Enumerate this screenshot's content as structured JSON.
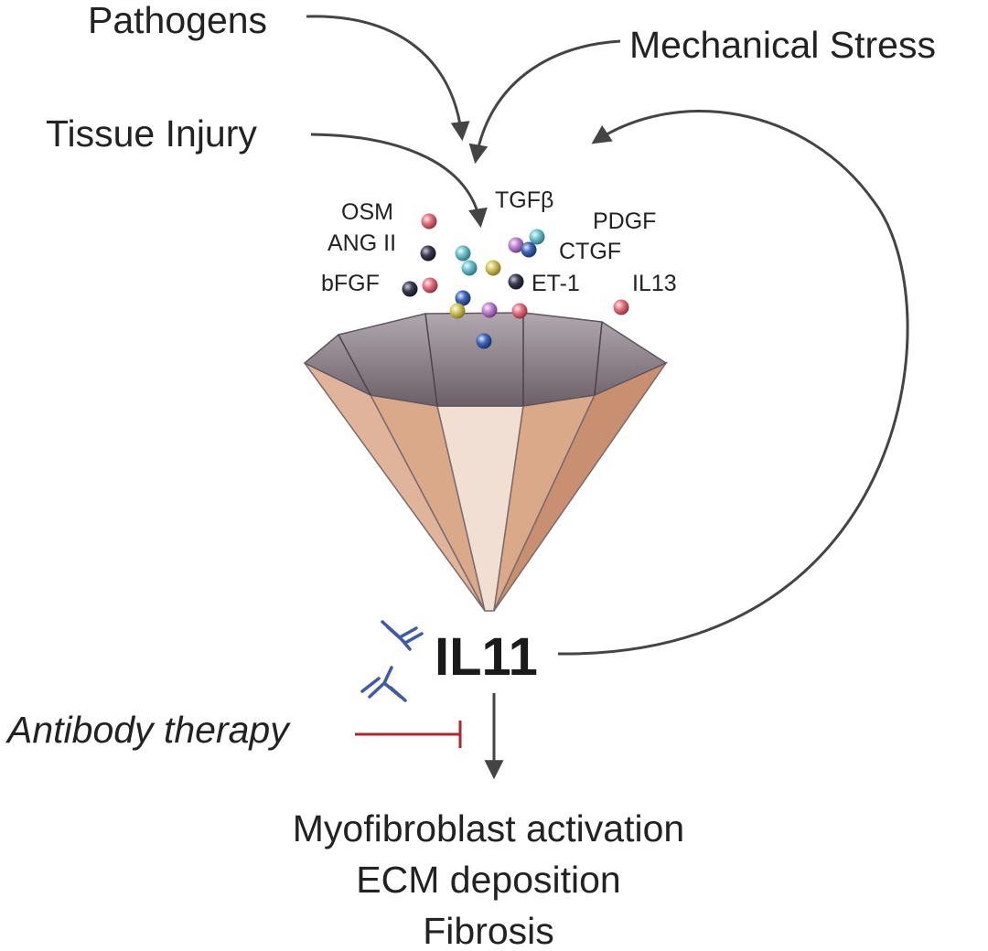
{
  "stimuli": {
    "pathogens": "Pathogens",
    "mechanical_stress": "Mechanical Stress",
    "tissue_injury": "Tissue Injury"
  },
  "factors": {
    "osm": "OSM",
    "ang_ii": "ANG II",
    "bfgf": "bFGF",
    "tgfb": "TGFβ",
    "pdgf": "PDGF",
    "ctgf": "CTGF",
    "et1": "ET-1",
    "il13": "IL13"
  },
  "hub": {
    "label": "IL11"
  },
  "therapy": {
    "label": "Antibody therapy"
  },
  "outcomes": [
    "Myofibroblast activation",
    "ECM deposition",
    "Fibrosis"
  ],
  "colors": {
    "arrow": "#444444",
    "inhibition": "#b0242a",
    "antibody": "#3e5aa8",
    "funnel_rim": "#8a7f88",
    "funnel_body": "#d9a98a"
  }
}
